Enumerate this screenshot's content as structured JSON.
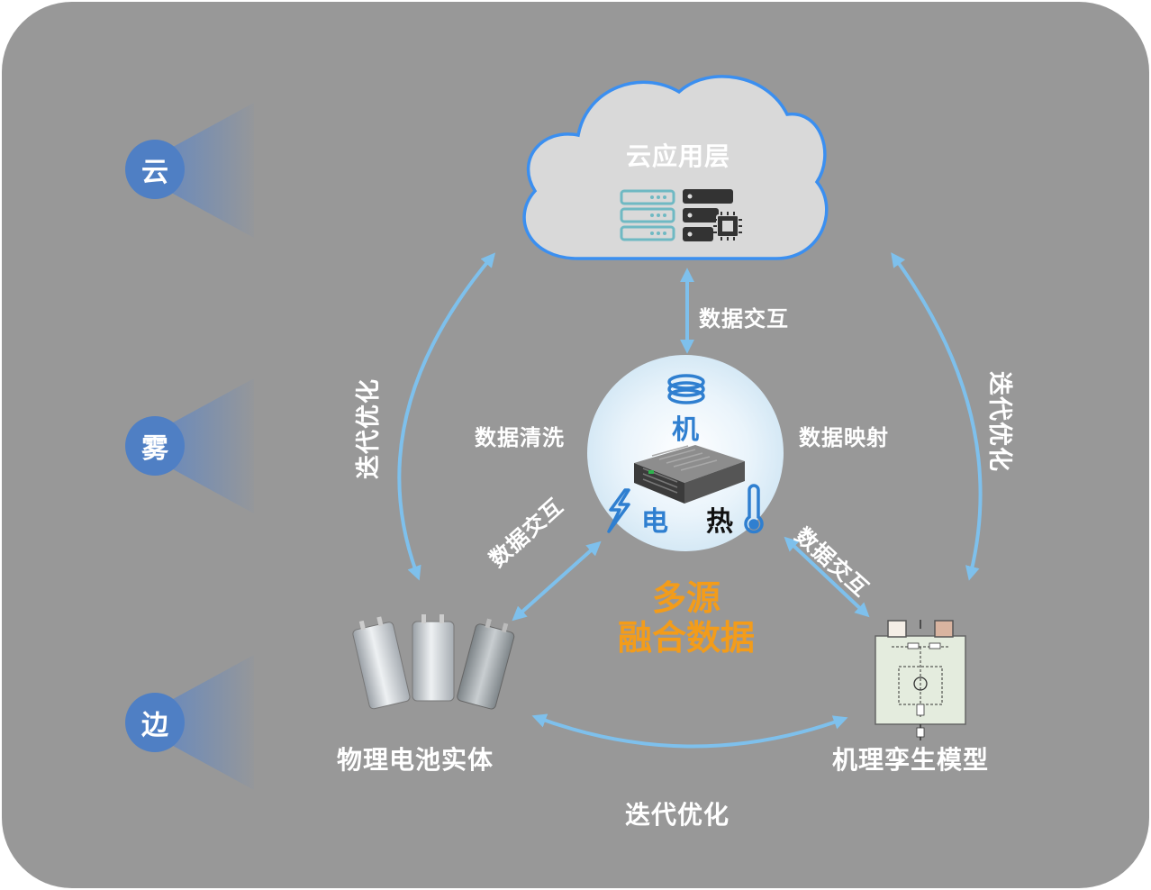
{
  "tiers": {
    "cloud": "云",
    "fog": "雾",
    "edge": "边"
  },
  "cloud_layer": {
    "title": "云应用层"
  },
  "hub": {
    "mechanical": "机",
    "electrical": "电",
    "thermal": "热"
  },
  "center_caption": {
    "line1": "多源",
    "line2": "融合数据"
  },
  "labels": {
    "data_interaction": "数据交互",
    "data_cleaning": "数据清洗",
    "data_mapping": "数据映射",
    "iterative_optimization": "迭代优化"
  },
  "nodes": {
    "physical": "物理电池实体",
    "twin": "机理孪生模型"
  },
  "colors": {
    "arrow": "#7ec0ec",
    "tier": "#4f7fc4",
    "cloud_stroke": "#3b8ff0",
    "fusion": "#f39c1a",
    "panel": "#989898"
  }
}
